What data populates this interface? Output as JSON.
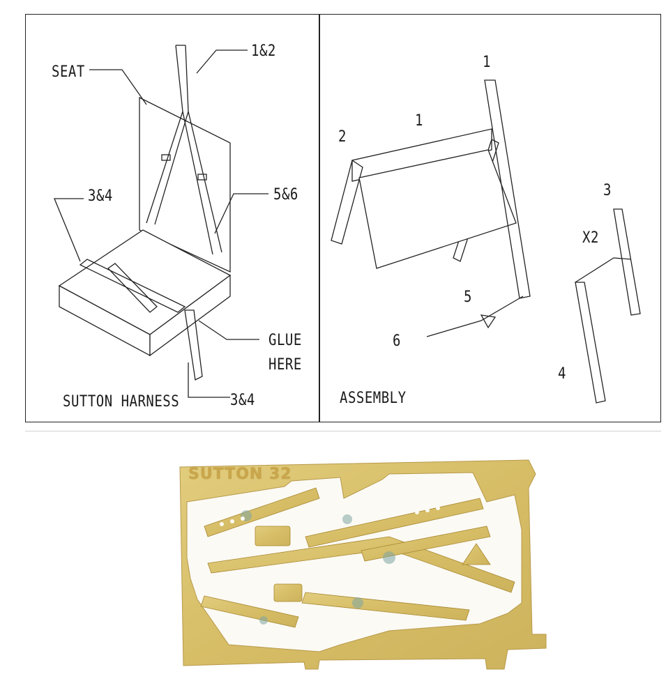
{
  "left_panel": {
    "seat_label": "SEAT",
    "part_1_2_label": "1&2",
    "part_3_4_label_top": "3&4",
    "part_5_6_label": "5&6",
    "glue_label_line1": "GLUE",
    "glue_label_line2": "HERE",
    "part_3_4_label_bottom": "3&4",
    "caption": "SUTTON HARNESS"
  },
  "right_panel": {
    "part_1_top_label": "1",
    "part_1_label": "1",
    "part_2_label": "2",
    "part_3_label": "3",
    "x2_label": "X2",
    "part_5_label": "5",
    "part_6_label": "6",
    "part_4_label": "4",
    "caption": "ASSEMBLY"
  },
  "fret": {
    "engraving": "SUTTON 32",
    "metal_color": "#d9c271",
    "patina_color": "#7fa6a3"
  }
}
